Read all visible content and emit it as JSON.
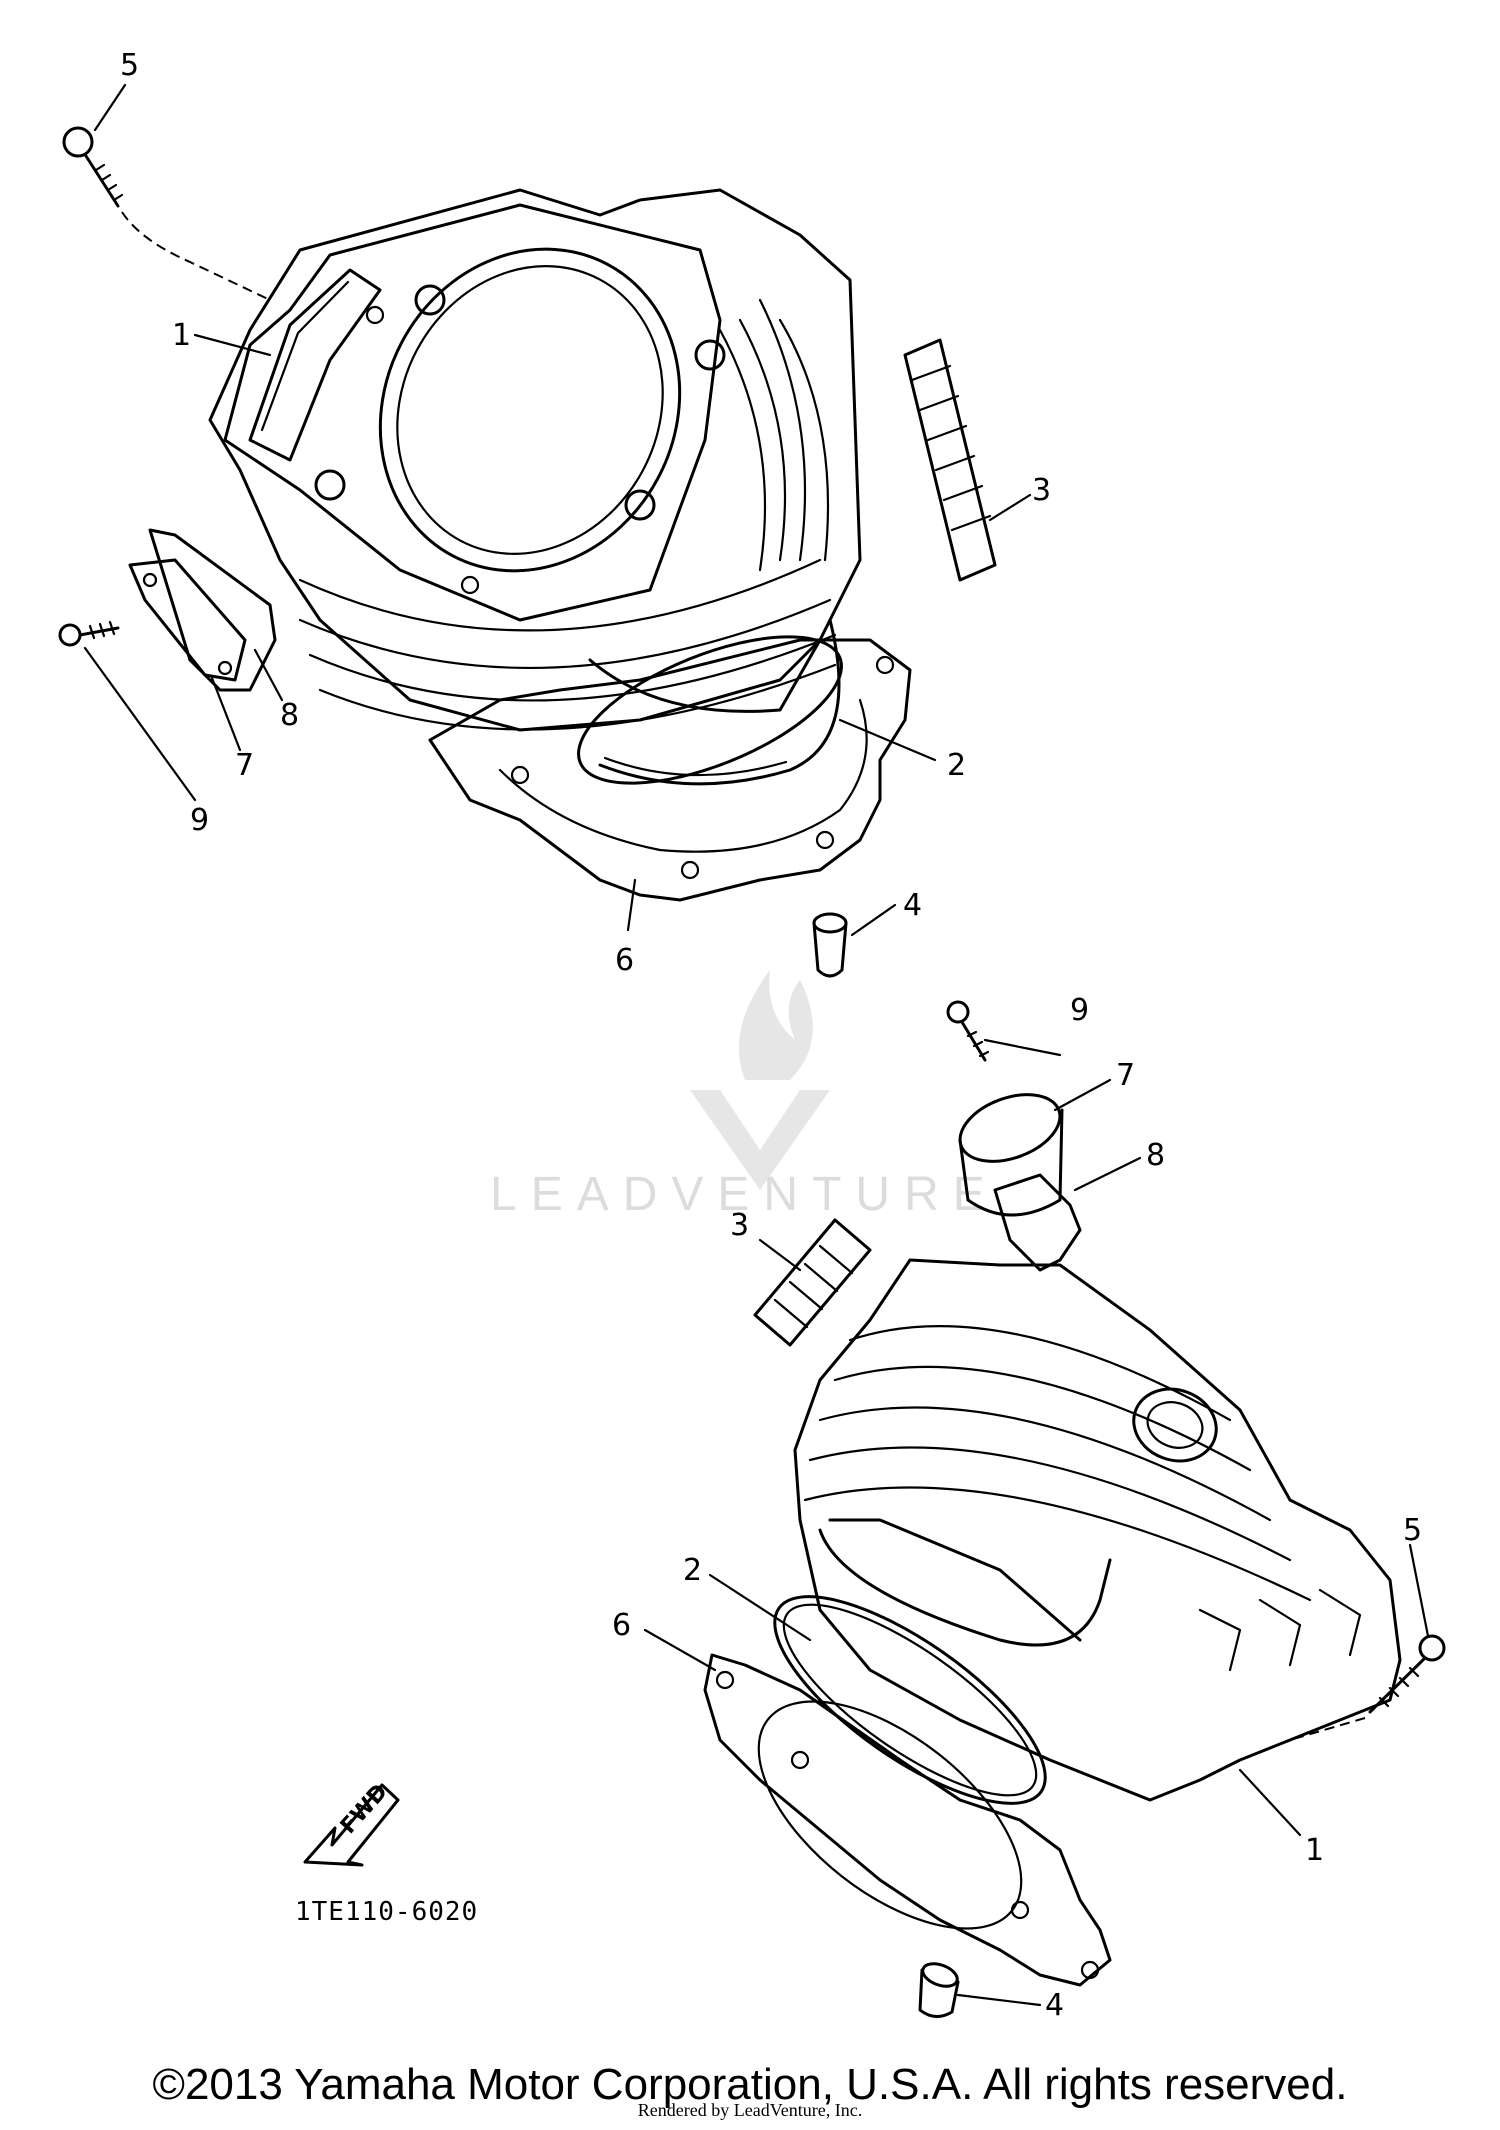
{
  "diagram": {
    "diagram_code": "1TE110-6020",
    "fwd_label": "FWD",
    "watermark": "LEADVENTURE",
    "upper_callouts": [
      "1",
      "2",
      "3",
      "4",
      "5",
      "6",
      "7",
      "8",
      "9"
    ],
    "lower_callouts": [
      "1",
      "2",
      "3",
      "4",
      "5",
      "6",
      "7",
      "8",
      "9"
    ]
  },
  "footer": {
    "copyright": "©2013 Yamaha Motor Corporation, U.S.A. All rights reserved.",
    "rendered_by": "Rendered by LeadVenture, Inc."
  }
}
